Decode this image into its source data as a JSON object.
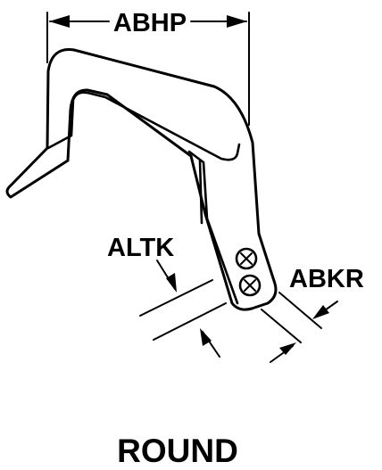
{
  "dimensions": {
    "abhp": "ABHP",
    "altk": "ALTK",
    "abkr": "ABKR"
  },
  "caption": "ROUND",
  "icons": [
    "screw-icon",
    "screw-icon"
  ]
}
